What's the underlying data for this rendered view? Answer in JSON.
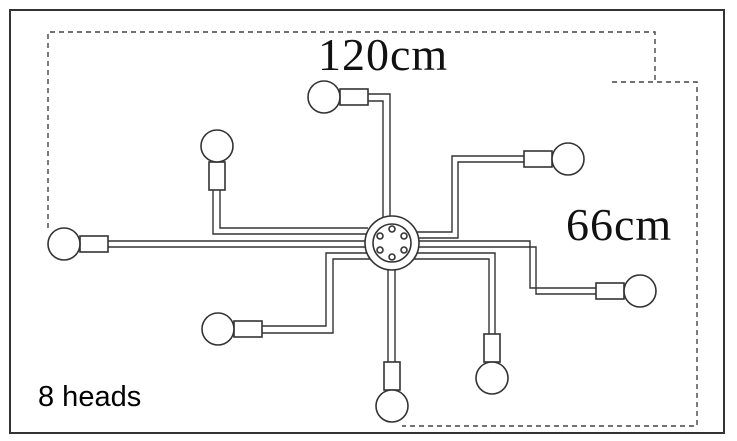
{
  "dimensions": {
    "width_label": "120cm",
    "height_label": "66cm"
  },
  "product": {
    "heads_label": "8 heads",
    "bulb_count": 8
  },
  "colors": {
    "line": "#333333",
    "dash": "#444444",
    "background": "#ffffff"
  }
}
